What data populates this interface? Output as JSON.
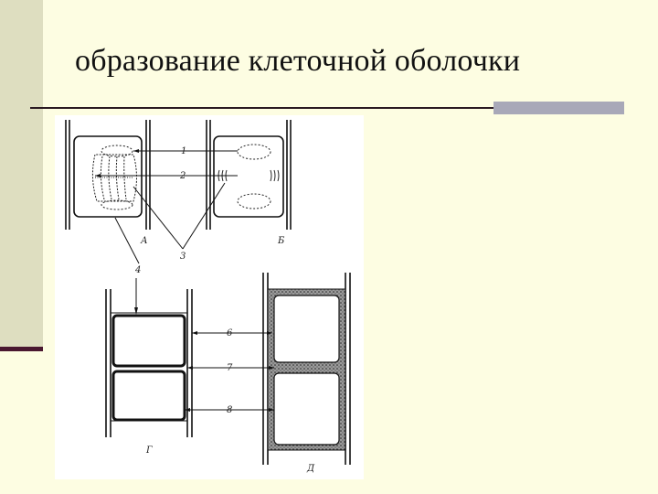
{
  "slide": {
    "title": "образование клеточной оболочки"
  },
  "figure": {
    "panel_labels": [
      "А",
      "Б",
      "Г",
      "Д"
    ],
    "callout_numbers": [
      "1",
      "2",
      "3",
      "4",
      "6",
      "7",
      "8"
    ]
  }
}
